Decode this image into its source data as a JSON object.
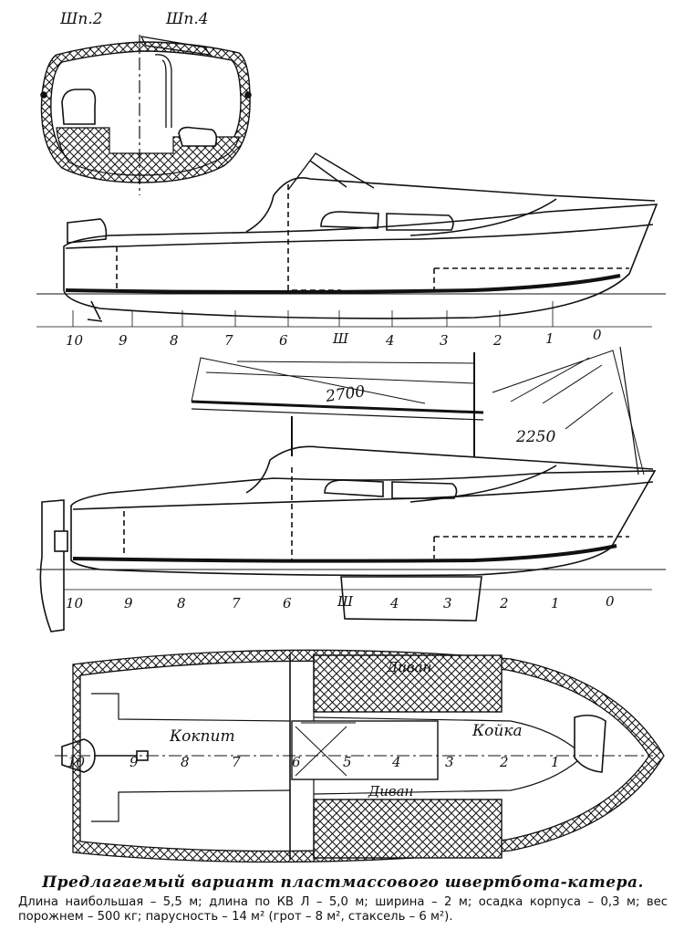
{
  "section_labels": {
    "left": "Шп.2",
    "right": "Шп.4"
  },
  "station_labels_top": [
    "10",
    "9",
    "8",
    "7",
    "6",
    "Ш",
    "4",
    "3",
    "2",
    "1",
    "0"
  ],
  "station_labels_mid": [
    "10",
    "9",
    "8",
    "7",
    "6",
    "Ш",
    "4",
    "3",
    "2",
    "1",
    "0"
  ],
  "station_labels_plan": [
    "10",
    "9",
    "8",
    "7",
    "6",
    "5",
    "4",
    "3",
    "2",
    "1"
  ],
  "dimensions": {
    "boom": "2700",
    "foot": "2250"
  },
  "plan_labels": {
    "cockpit": "Кокпит",
    "berth": "Койка",
    "sofa_top": "Диван",
    "sofa_bottom": "Диван"
  },
  "caption": {
    "title": "Предлагаемый вариант пластмассового швертбота-катера.",
    "body": "Длина наибольшая – 5,5 м; длина по КВ Л – 5,0 м; ширина – 2 м; осадка корпуса – 0,3 м; вес порожнем – 500 кг; парусность – 14 м² (грот – 8 м², стаксель – 6 м²)."
  }
}
